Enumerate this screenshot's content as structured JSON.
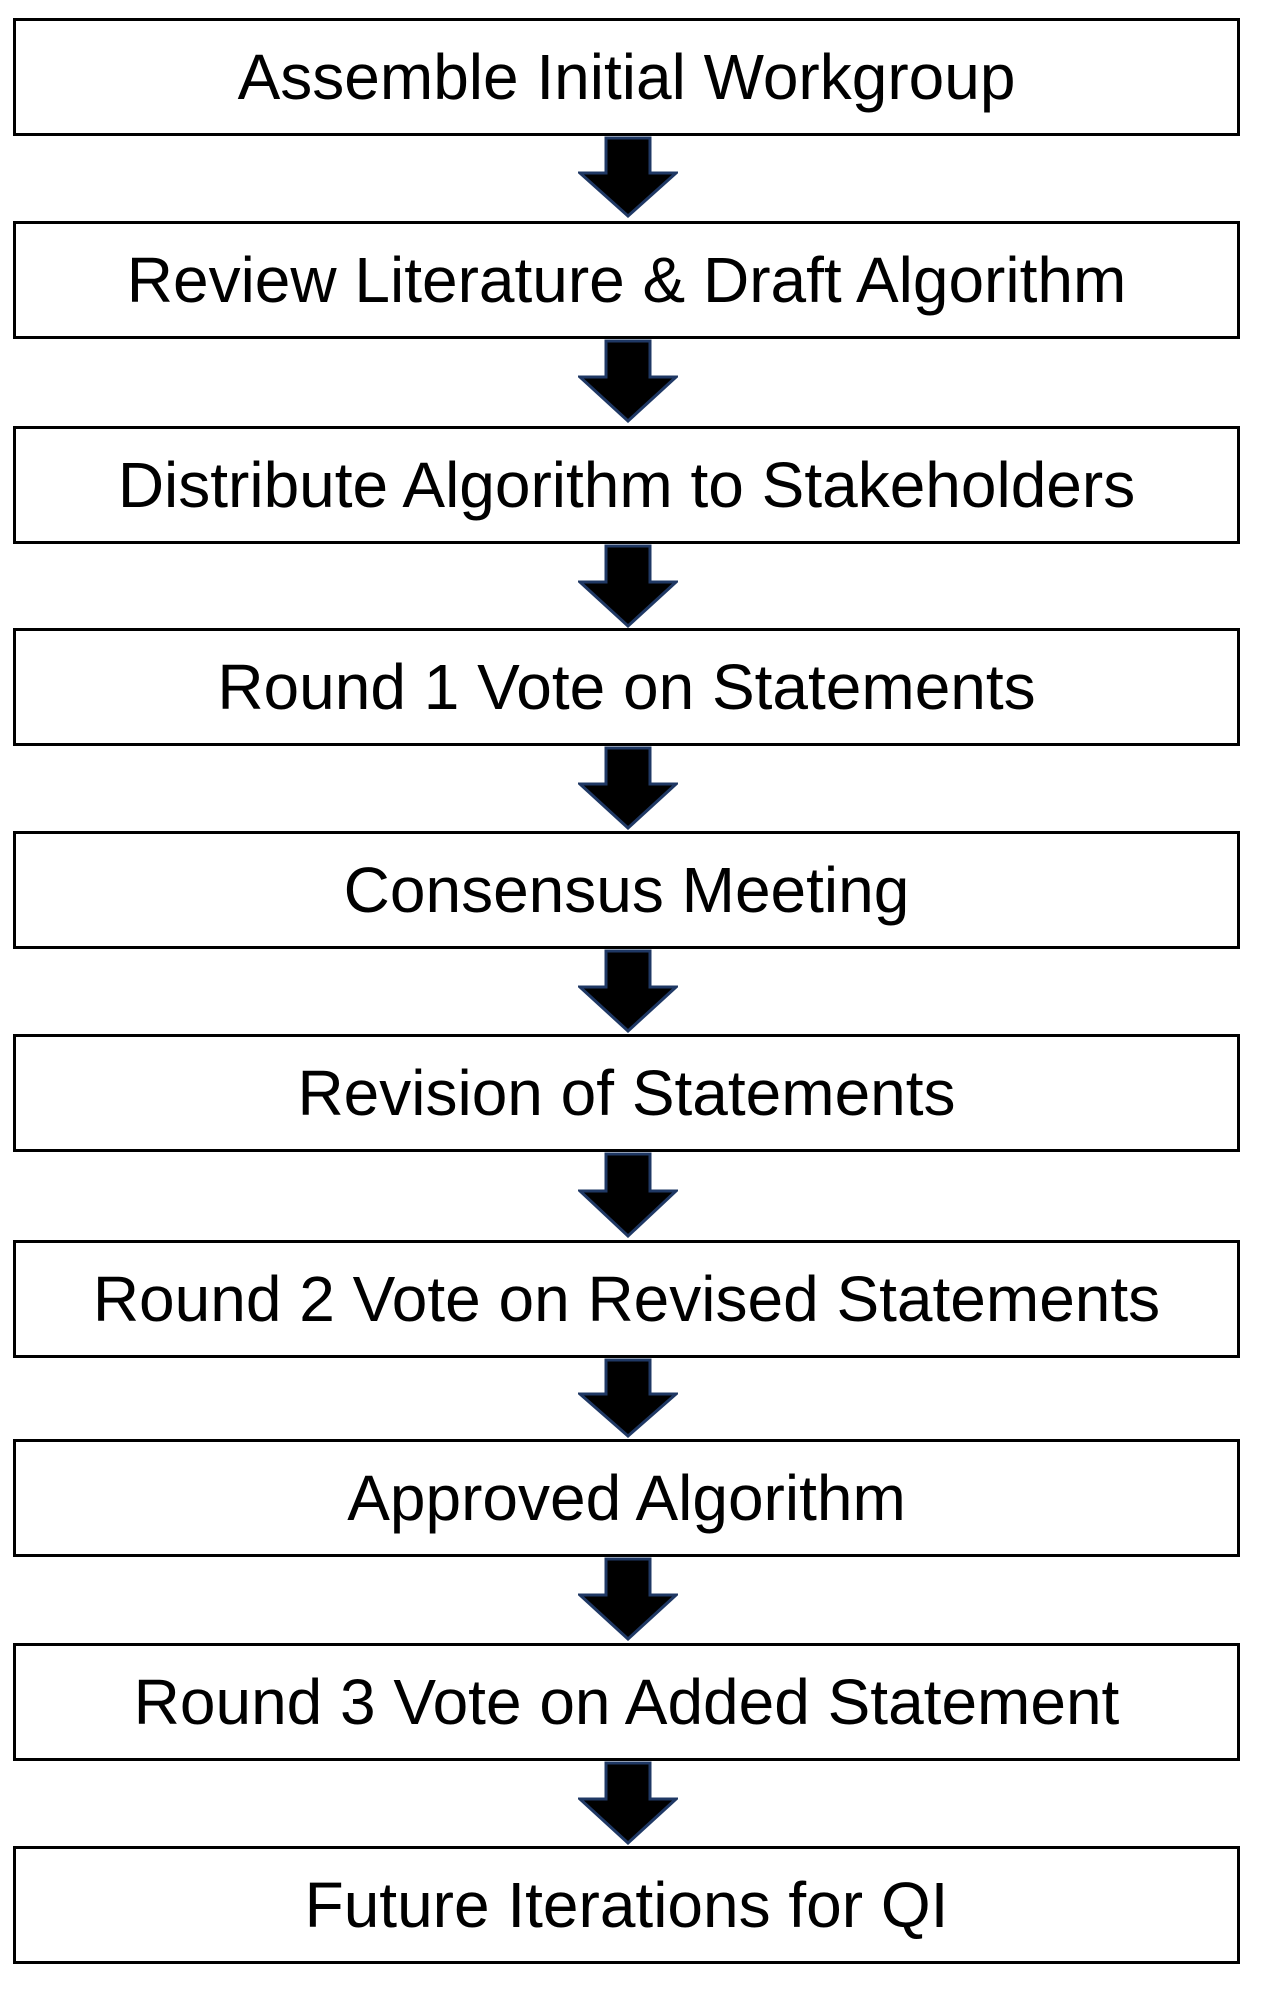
{
  "flowchart": {
    "steps": [
      "Assemble Initial Workgroup",
      "Review Literature & Draft Algorithm",
      "Distribute Algorithm to Stakeholders",
      "Round 1 Vote on Statements",
      "Consensus Meeting",
      "Revision of Statements",
      "Round 2 Vote on Revised Statements",
      "Approved Algorithm",
      "Round 3 Vote on Added Statement",
      "Future Iterations for QI"
    ],
    "colors": {
      "box_border": "#000000",
      "arrow_fill": "#000000",
      "arrow_outline": "#1f3864"
    }
  }
}
